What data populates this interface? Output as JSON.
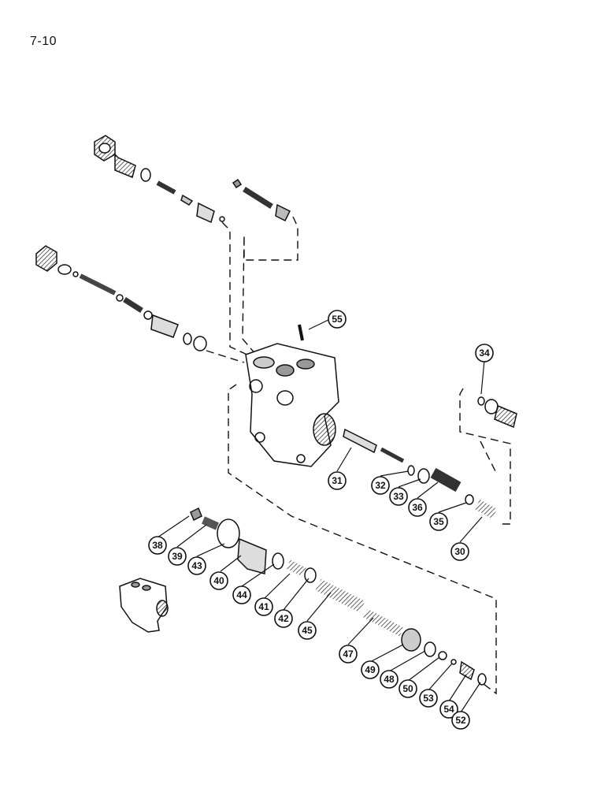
{
  "page": {
    "number": "7-10"
  },
  "callouts": [
    {
      "id": "c55",
      "label": "55"
    },
    {
      "id": "c34",
      "label": "34"
    },
    {
      "id": "c31",
      "label": "31"
    },
    {
      "id": "c32",
      "label": "32"
    },
    {
      "id": "c33",
      "label": "33"
    },
    {
      "id": "c36",
      "label": "36"
    },
    {
      "id": "c35",
      "label": "35"
    },
    {
      "id": "c30",
      "label": "30"
    },
    {
      "id": "c38",
      "label": "38"
    },
    {
      "id": "c39",
      "label": "39"
    },
    {
      "id": "c43",
      "label": "43"
    },
    {
      "id": "c40",
      "label": "40"
    },
    {
      "id": "c44",
      "label": "44"
    },
    {
      "id": "c41",
      "label": "41"
    },
    {
      "id": "c42",
      "label": "42"
    },
    {
      "id": "c45",
      "label": "45"
    },
    {
      "id": "c47",
      "label": "47"
    },
    {
      "id": "c49",
      "label": "49"
    },
    {
      "id": "c48",
      "label": "48"
    },
    {
      "id": "c50",
      "label": "50"
    },
    {
      "id": "c53",
      "label": "53"
    },
    {
      "id": "c54",
      "label": "54"
    },
    {
      "id": "c52",
      "label": "52"
    }
  ]
}
